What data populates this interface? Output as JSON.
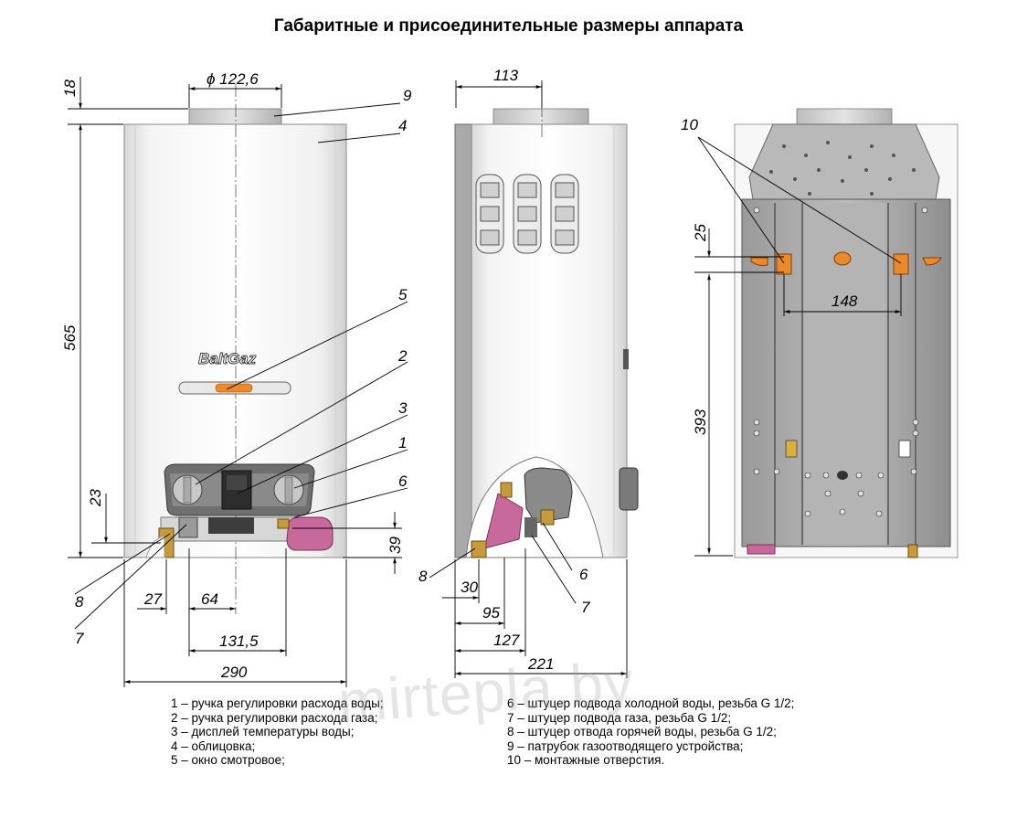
{
  "title": "Габаритные и присоединительные размеры аппарата",
  "logo_text": "BaltGaz",
  "watermark": "mirtepla.by",
  "front_view": {
    "dims": {
      "pipe_diameter": "ϕ 122,6",
      "top_offset": "18",
      "height": "565",
      "bottom_23": "23",
      "bottom_39": "39",
      "d27": "27",
      "d64": "64",
      "d131_5": "131,5",
      "width": "290"
    },
    "callouts": {
      "c9": "9",
      "c4": "4",
      "c5": "5",
      "c2": "2",
      "c3": "3",
      "c1": "1",
      "c6": "6",
      "c8": "8",
      "c7": "7"
    }
  },
  "side_view": {
    "dims": {
      "d113": "113",
      "d30": "30",
      "d95": "95",
      "d127": "127",
      "d221": "221"
    },
    "callouts": {
      "c8": "8",
      "c6": "6",
      "c7": "7"
    }
  },
  "back_view": {
    "dims": {
      "d25": "25",
      "d148": "148",
      "d393": "393"
    },
    "callouts": {
      "c10": "10"
    }
  },
  "legend_left": [
    "1 – ручка регулировки расхода воды;",
    "2 – ручка регулировки расхода газа;",
    "3 – дисплей температуры воды;",
    "4 – облицовка;",
    "5 – окно смотровое;"
  ],
  "legend_right": [
    "6 – штуцер подвода холодной воды, резьба G 1/2;",
    "7 – штуцер подвода газа, резьба G 1/2;",
    "8 – штуцер отвода горячей воды, резьба G 1/2;",
    "9 – патрубок газоотводящего устройства;",
    "10 – монтажные отверстия."
  ]
}
